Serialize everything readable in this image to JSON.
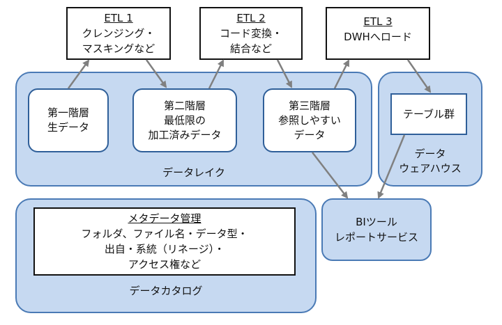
{
  "etl": [
    {
      "title": "ETL 1",
      "lines": [
        "クレンジング・",
        "マスキングなど"
      ]
    },
    {
      "title": "ETL 2",
      "lines": [
        "コード変換・",
        "結合など"
      ]
    },
    {
      "title": "ETL 3",
      "lines": [
        "DWHへロード"
      ]
    }
  ],
  "data_lake": {
    "label": "データレイク",
    "layers": [
      {
        "lines": [
          "第一階層",
          "生データ"
        ]
      },
      {
        "lines": [
          "第二階層",
          "最低限の",
          "加工済みデータ"
        ]
      },
      {
        "lines": [
          "第三階層",
          "参照しやすい",
          "データ"
        ]
      }
    ]
  },
  "dwh": {
    "label_lines": [
      "データ",
      "ウェアハウス"
    ],
    "table_group": "テーブル群"
  },
  "bi": {
    "lines": [
      "BIツール",
      "レポートサービス"
    ]
  },
  "catalog": {
    "label": "データカタログ",
    "title": "メタデータ管理",
    "lines": [
      "フォルダ、ファイル名・データ型・",
      "出自・系統（リネージ）・",
      "アクセス権など"
    ]
  },
  "colors": {
    "region_fill": "#c6d9f1",
    "region_border": "#4a7ab5",
    "arrow": "#808080"
  }
}
